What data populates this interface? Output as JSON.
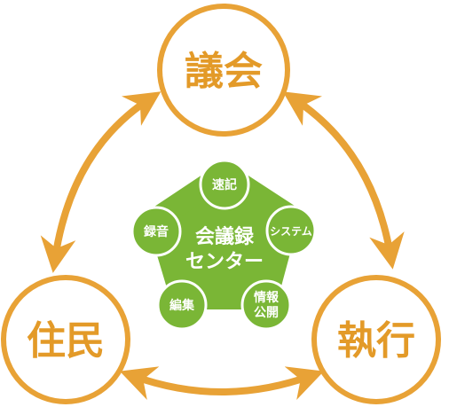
{
  "colors": {
    "orange": "#e8a236",
    "orange_text": "#e39a28",
    "green": "#7ab636",
    "white": "#ffffff"
  },
  "nodes": {
    "top": "議会",
    "left": "住民",
    "right": "執行"
  },
  "center": {
    "line1": "会議録",
    "line2": "センター"
  },
  "petals": {
    "top": "速記",
    "right": "システム",
    "bottom_right_line1": "情報",
    "bottom_right_line2": "公開",
    "bottom_left": "編集",
    "left": "録音"
  }
}
